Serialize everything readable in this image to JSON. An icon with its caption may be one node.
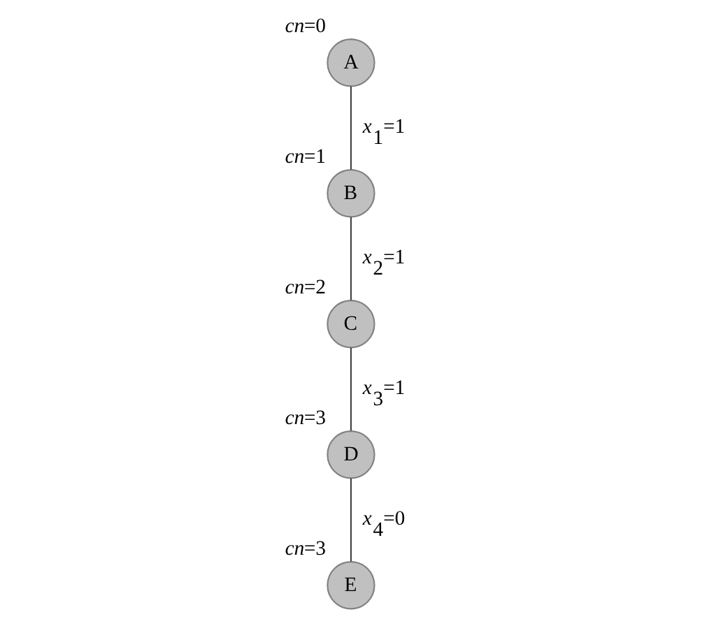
{
  "diagram": {
    "nodes": [
      {
        "text": [
          "A"
        ],
        "beside": [
          "*cn*=0"
        ]
      },
      {
        "text": [
          "B"
        ],
        "beside": [
          "*cn*=1"
        ]
      },
      {
        "text": [
          "C"
        ],
        "beside": [
          "*cn*=2"
        ]
      },
      {
        "text": [
          "D"
        ],
        "beside": [
          "*cn*=3"
        ]
      },
      {
        "text": [
          "E"
        ],
        "beside": [
          "*cn*=3"
        ]
      }
    ],
    "edges": [
      {
        "from": 0,
        "to": 1,
        "arrow": "none",
        "label": "*x*$_{1}$=1"
      },
      {
        "from": 1,
        "to": 2,
        "arrow": "none",
        "label": "*x*$_{2}$=1"
      },
      {
        "from": 2,
        "to": 3,
        "arrow": "none",
        "label": "*x*$_{3}$=1"
      },
      {
        "from": 3,
        "to": 4,
        "arrow": "none",
        "label": "*x*$_{4}$=0"
      }
    ]
  }
}
